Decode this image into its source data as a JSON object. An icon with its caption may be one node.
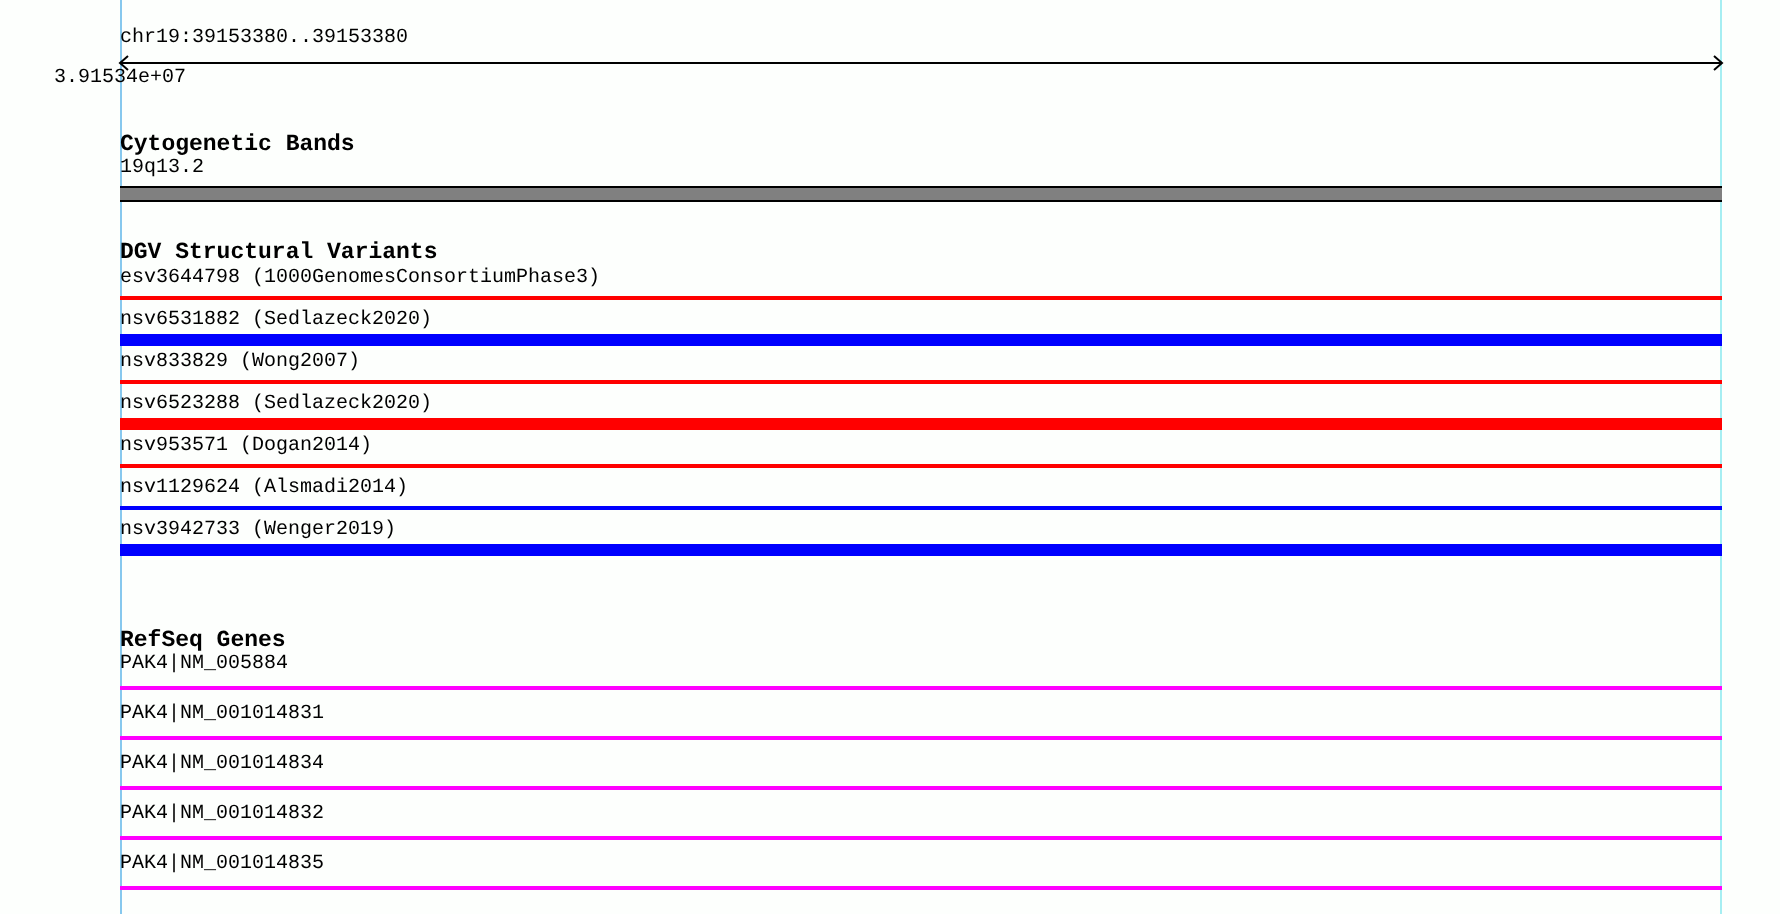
{
  "diagram": {
    "nodes": [
      {
        "text": [
          "19q13.2"
        ]
      },
      {
        "text": [
          "esv3644798 (1000GenomesConsortiumPhase3)"
        ]
      },
      {
        "text": [
          "nsv6531882 (Sedlazeck2020)"
        ]
      },
      {
        "text": [
          "nsv833829 (Wong2007)"
        ]
      },
      {
        "text": [
          "nsv6523288 (Sedlazeck2020)"
        ]
      },
      {
        "text": [
          "nsv953571 (Dogan2014)"
        ]
      },
      {
        "text": [
          "nsv1129624 (Alsmadi2014)"
        ]
      },
      {
        "text": [
          "nsv3942733 (Wenger2019)"
        ]
      },
      {
        "text": [
          "PAK4|NM_005884"
        ]
      },
      {
        "text": [
          "PAK4|NM_001014831"
        ]
      },
      {
        "text": [
          "PAK4|NM_001014834"
        ]
      },
      {
        "text": [
          "PAK4|NM_001014832"
        ]
      },
      {
        "text": [
          "PAK4|NM_001014835"
        ]
      }
    ],
    "edges": [],
    "labels": [
      "chr19:39153380..39153380",
      "3.91534e+07",
      "Cytogenetic Bands",
      "DGV Structural Variants",
      "RefSeq Genes"
    ]
  }
}
